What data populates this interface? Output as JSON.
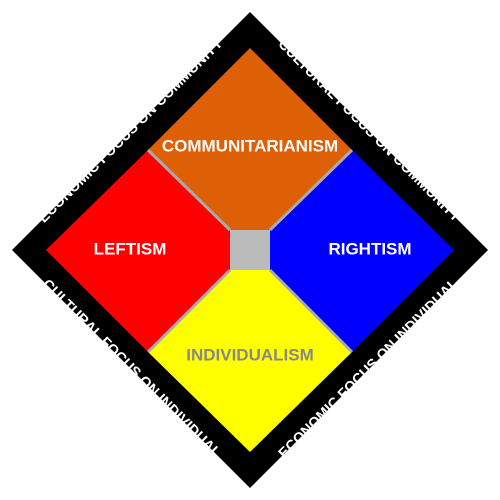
{
  "quadrants": {
    "top": {
      "label": "COMMUNITARIANISM",
      "fill": "#DD5F06",
      "text_color": "#ffffff"
    },
    "left": {
      "label": "LEFTISM",
      "fill": "#FF0000",
      "text_color": "#ffffff"
    },
    "right": {
      "label": "RIGHTISM",
      "fill": "#0000FF",
      "text_color": "#ffffff"
    },
    "bottom": {
      "label": "INDIVIDUALISM",
      "fill": "#FFFF00",
      "text_color": "#888888"
    }
  },
  "center": {
    "fill": "#BBBBBB"
  },
  "border": {
    "color": "#000000"
  },
  "divider_color": "#AAAAAA",
  "edges": {
    "top_left": "ECONOMIC FOCUS ON COMMUNITY",
    "top_right": "CULTURAL FOCUS ON COMMUNITY",
    "bottom_left": "CULTURAL FOCUS ON INDIVIDUAL",
    "bottom_right": "ECONOMIC FOCUS ON INDIVIDUAL"
  }
}
